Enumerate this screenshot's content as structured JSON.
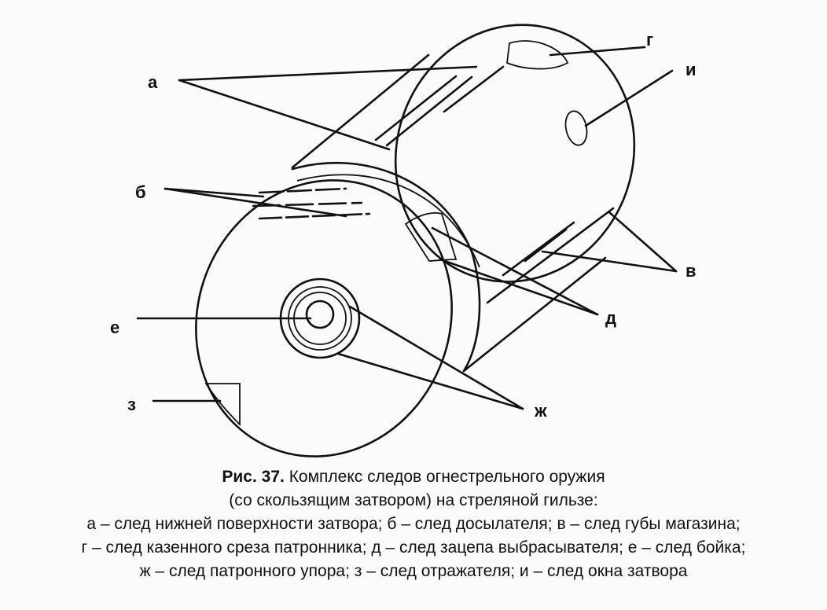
{
  "labels": {
    "a": "а",
    "b": "б",
    "v": "в",
    "g": "г",
    "d": "д",
    "e": "е",
    "zh": "ж",
    "z": "з",
    "i": "и"
  },
  "caption": {
    "figure_number": "Рис. 37.",
    "title_line1": " Комплекс следов огнестрельного оружия",
    "title_line2": "(со скользящим затвором) на стреляной гильзе:",
    "legend_line1": "а – след нижней поверхности затвора; б – след досылателя; в – след губы магазина;",
    "legend_line2": "г – след казенного среза патронника; д – след зацепа выбрасывателя; е – след бойка;",
    "legend_line3": "ж – след патронного упора; з – след отражателя; и – след окна затвора"
  }
}
